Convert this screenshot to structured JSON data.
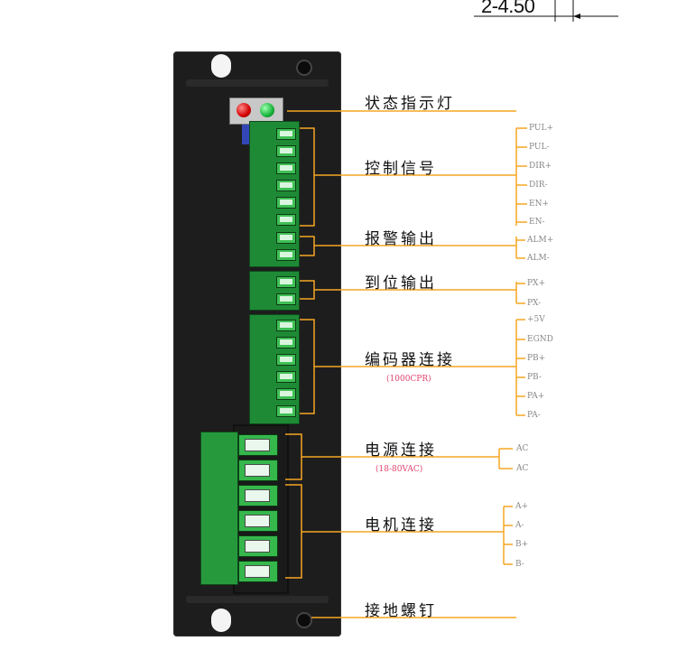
{
  "dimension": {
    "text": "2-4.50"
  },
  "colors": {
    "leader": "#f5a623",
    "accent": "#e0446e",
    "terminal": "#2ea845"
  },
  "labels": {
    "status": "状态指示灯",
    "control": "控制信号",
    "alarm": "报警输出",
    "inpos": "到位输出",
    "encoder": "编码器连接",
    "encoder_sub": "(1000CPR)",
    "power": "电源连接",
    "power_sub": "(18-80VAC)",
    "motor": "电机连接",
    "ground": "接地螺钉"
  },
  "signals": {
    "control": [
      "PUL+",
      "PUL-",
      "DIR+",
      "DIR-",
      "EN+",
      "EN-"
    ],
    "alarm": [
      "ALM+",
      "ALM-"
    ],
    "inpos": [
      "PX+",
      "PX-"
    ],
    "encoder": [
      "+5V",
      "EGND",
      "PB+",
      "PB-",
      "PA+",
      "PA-"
    ],
    "power": [
      "AC",
      "AC"
    ],
    "motor": [
      "A+",
      "A-",
      "B+",
      "B-"
    ]
  }
}
